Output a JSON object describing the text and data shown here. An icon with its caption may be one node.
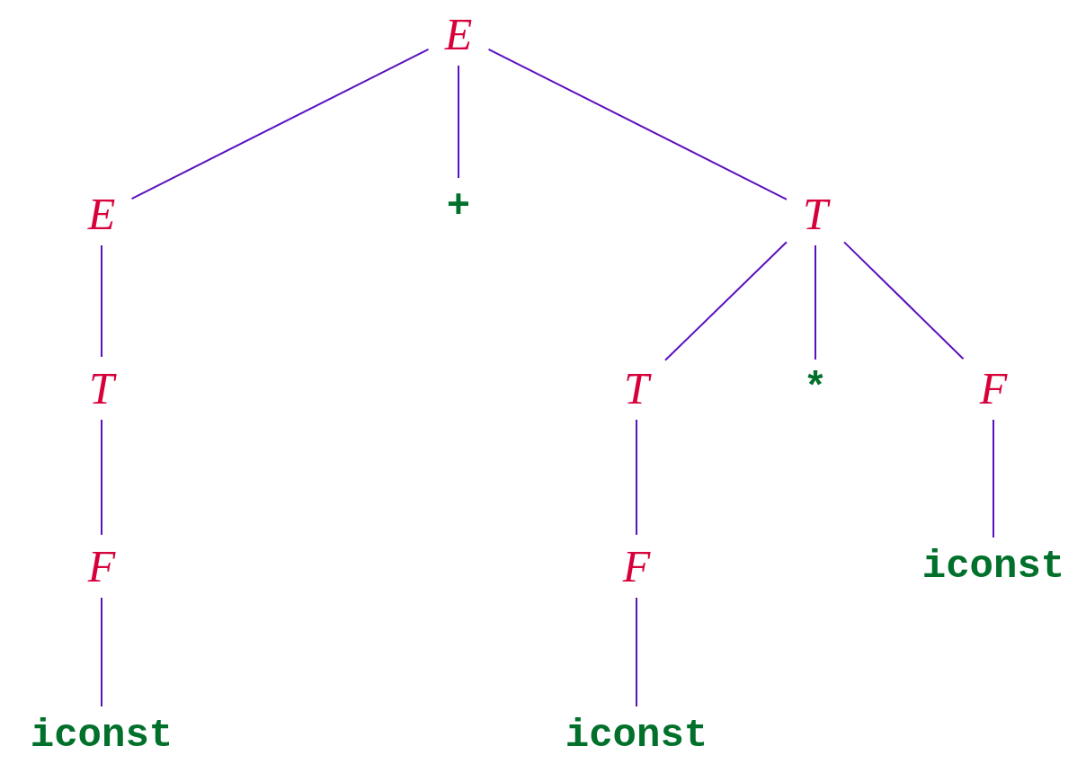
{
  "diagram": {
    "nodes": [
      {
        "text": [
          "E"
        ]
      },
      {
        "text": [
          "E"
        ]
      },
      {
        "text": [
          "+"
        ]
      },
      {
        "text": [
          "T"
        ]
      },
      {
        "text": [
          "T"
        ]
      },
      {
        "text": [
          "T"
        ]
      },
      {
        "text": [
          "*"
        ]
      },
      {
        "text": [
          "F"
        ]
      },
      {
        "text": [
          "F"
        ]
      },
      {
        "text": [
          "F"
        ]
      },
      {
        "text": [
          "iconst"
        ]
      },
      {
        "text": [
          "iconst"
        ]
      },
      {
        "text": [
          "iconst"
        ]
      }
    ],
    "edges": [
      {
        "from": 0,
        "to": 1,
        "arrow": "none"
      },
      {
        "from": 0,
        "to": 2,
        "arrow": "none"
      },
      {
        "from": 0,
        "to": 3,
        "arrow": "none"
      },
      {
        "from": 1,
        "to": 4,
        "arrow": "none"
      },
      {
        "from": 3,
        "to": 5,
        "arrow": "none"
      },
      {
        "from": 3,
        "to": 6,
        "arrow": "none"
      },
      {
        "from": 3,
        "to": 7,
        "arrow": "none"
      },
      {
        "from": 4,
        "to": 8,
        "arrow": "none"
      },
      {
        "from": 5,
        "to": 9,
        "arrow": "none"
      },
      {
        "from": 7,
        "to": 10,
        "arrow": "none"
      },
      {
        "from": 8,
        "to": 11,
        "arrow": "none"
      },
      {
        "from": 9,
        "to": 12,
        "arrow": "none"
      }
    ]
  }
}
